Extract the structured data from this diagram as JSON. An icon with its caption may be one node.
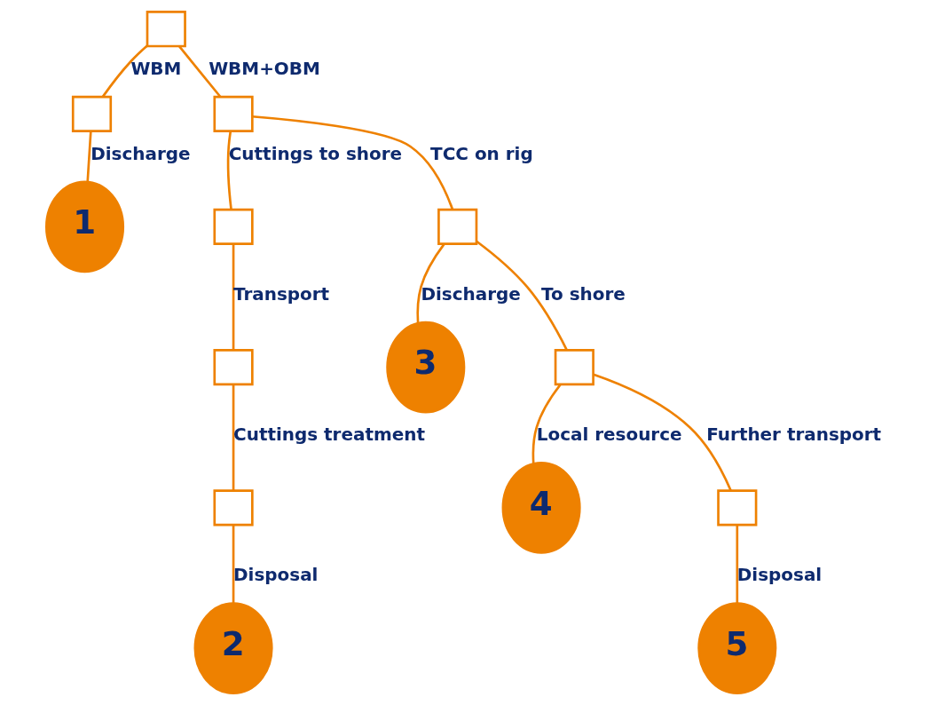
{
  "diagram": {
    "nodes": [
      {
        "text": [],
        "shape": "box"
      },
      {
        "text": [],
        "shape": "box"
      },
      {
        "text": [],
        "shape": "box"
      },
      {
        "text": [
          "1"
        ]
      },
      {
        "text": [],
        "shape": "box"
      },
      {
        "text": [],
        "shape": "box"
      },
      {
        "text": [],
        "shape": "box"
      },
      {
        "text": [],
        "shape": "box"
      },
      {
        "text": [
          "2"
        ]
      },
      {
        "text": [
          "3"
        ]
      },
      {
        "text": [],
        "shape": "box"
      },
      {
        "text": [
          "4"
        ]
      },
      {
        "text": [],
        "shape": "box"
      },
      {
        "text": [
          "5"
        ]
      }
    ],
    "edges": [
      {
        "from": 0,
        "to": 1,
        "arrow": "none",
        "label": "WBM"
      },
      {
        "from": 0,
        "to": 2,
        "arrow": "none",
        "label": "WBM+OBM"
      },
      {
        "from": 1,
        "to": 3,
        "arrow": "none",
        "label": "Discharge"
      },
      {
        "from": 2,
        "to": 4,
        "arrow": "none",
        "label": "Cuttings to shore"
      },
      {
        "from": 2,
        "to": 5,
        "arrow": "none",
        "label": "TCC on rig"
      },
      {
        "from": 4,
        "to": 6,
        "arrow": "none",
        "label": "Transport"
      },
      {
        "from": 6,
        "to": 7,
        "arrow": "none",
        "label": "Cuttings treatment"
      },
      {
        "from": 7,
        "to": 8,
        "arrow": "none",
        "label": "Disposal"
      },
      {
        "from": 5,
        "to": 9,
        "arrow": "none",
        "label": "Discharge"
      },
      {
        "from": 5,
        "to": 10,
        "arrow": "none",
        "label": "To shore"
      },
      {
        "from": 10,
        "to": 11,
        "arrow": "none",
        "label": "Local resource"
      },
      {
        "from": 10,
        "to": 12,
        "arrow": "none",
        "label": "Further transport"
      },
      {
        "from": 12,
        "to": 13,
        "arrow": "none",
        "label": "Disposal"
      }
    ]
  }
}
